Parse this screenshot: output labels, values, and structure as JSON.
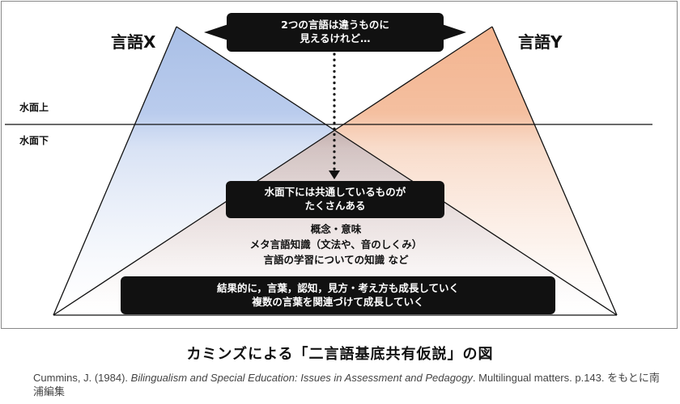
{
  "diagram": {
    "lang_x": "言語X",
    "lang_y": "言語Y",
    "above_water": "水面上",
    "below_water": "水面下",
    "callout_top": [
      "2つの言語は違うものに",
      "見えるけれど…"
    ],
    "callout_middle": [
      "水面下には共通しているものが",
      "たくさんある"
    ],
    "examples": [
      "概念・意味",
      "メタ言語知識（文法や、音のしくみ）",
      "言語の学習についての知識 など"
    ],
    "callout_bottom": [
      "結果的に，言葉，認知，見方・考え方も成長していく",
      "複数の言葉を関連づけて成長していく"
    ],
    "colors": {
      "lang_x_fill": "#a9bfe6",
      "lang_y_fill": "#f3b48f",
      "callout_bg": "#111111",
      "line": "#111111"
    }
  },
  "figure_title": "カミンズによる「二言語基底共有仮説」の図",
  "citation": {
    "prefix": "Cummins, J. (1984). ",
    "title": "Bilingualism and Special Education: Issues in Assessment and Pedagogy",
    "suffix": ". Multilingual matters. p.143. をもとに南浦編集"
  }
}
